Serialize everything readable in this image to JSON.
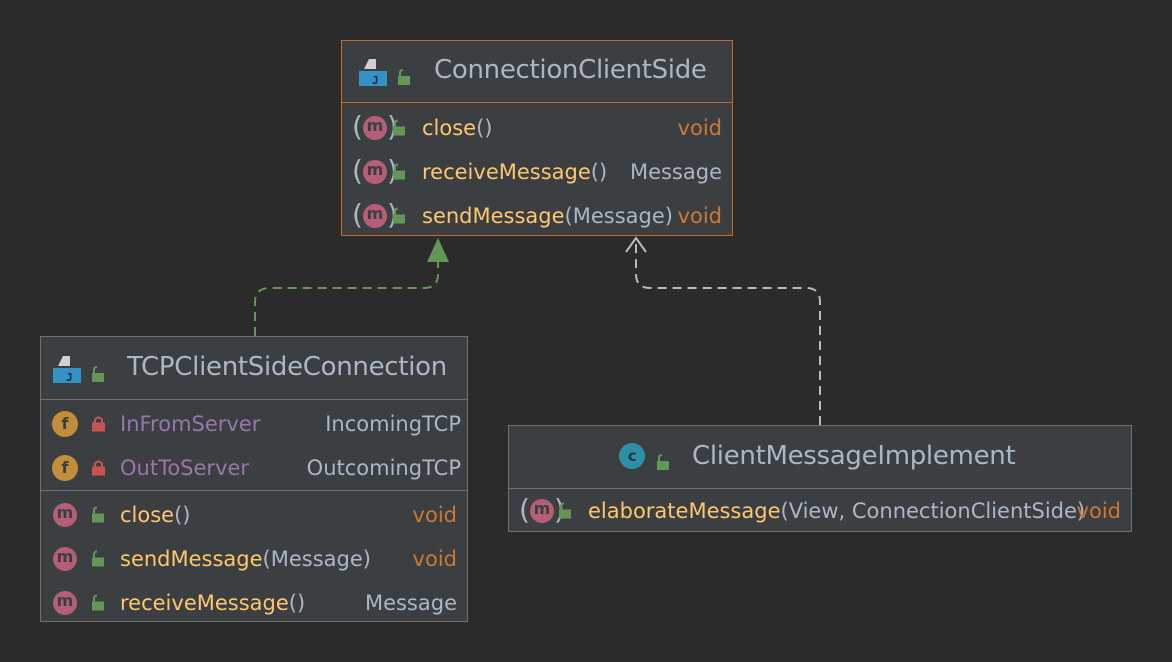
{
  "diagram": {
    "nodes": [
      {
        "id": "ConnectionClientSide",
        "kind": "interface",
        "title": "ConnectionClientSide",
        "methods": [
          {
            "name": "close",
            "params": "()",
            "returns": "void"
          },
          {
            "name": "receiveMessage",
            "params": "()",
            "returns": "Message"
          },
          {
            "name": "sendMessage",
            "params": "(Message)",
            "returns": "void"
          }
        ]
      },
      {
        "id": "TCPClientSideConnection",
        "kind": "class",
        "title": "TCPClientSideConnection",
        "fields": [
          {
            "name": "InFromServer",
            "type": "IncomingTCP"
          },
          {
            "name": "OutToServer",
            "type": "OutcomingTCP"
          }
        ],
        "methods": [
          {
            "name": "close",
            "params": "()",
            "returns": "void"
          },
          {
            "name": "sendMessage",
            "params": "(Message)",
            "returns": "void"
          },
          {
            "name": "receiveMessage",
            "params": "()",
            "returns": "Message"
          }
        ]
      },
      {
        "id": "ClientMessageImplement",
        "kind": "class",
        "title": "ClientMessageImplement",
        "methods": [
          {
            "name": "elaborateMessage",
            "params": "(View, ConnectionClientSide)",
            "returns": "void"
          }
        ]
      }
    ],
    "edges": [
      {
        "from": "TCPClientSideConnection",
        "to": "ConnectionClientSide",
        "type": "realization"
      },
      {
        "from": "ClientMessageImplement",
        "to": "ConnectionClientSide",
        "type": "dependency"
      }
    ],
    "colors": {
      "background": "#2b2b2b",
      "node_fill": "#3c3f41",
      "interface_border": "#c46a26",
      "class_border": "#707070",
      "title_text": "#a9b7c6",
      "method_name": "#ffc66d",
      "field_name": "#9876aa",
      "keyword_type": "#cc7832",
      "type_text": "#a9b7c6",
      "realization_edge": "#629755",
      "dependency_edge": "#bbbbbb"
    },
    "icons": {
      "interface": "interface-icon",
      "class": "class-icon",
      "method": "method-icon",
      "field": "field-icon",
      "public": "public-lock-icon",
      "private": "private-lock-icon"
    }
  }
}
